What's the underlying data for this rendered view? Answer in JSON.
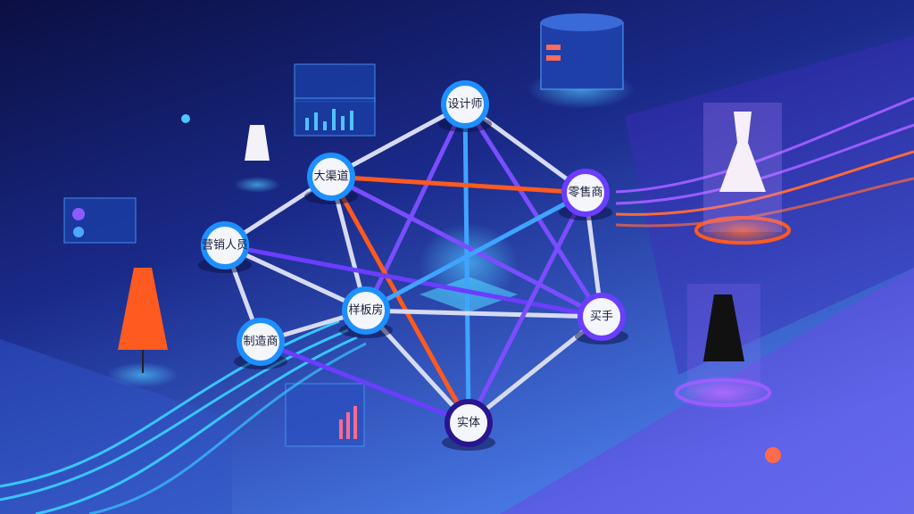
{
  "colors": {
    "bg_top": "#0d1147",
    "bg_bottom": "#3f63d8",
    "accent_blue": "#1e8fff",
    "accent_purple": "#7a4dff",
    "accent_orange": "#ff5a1f",
    "edge_white": "#d6dbf2"
  },
  "nodes": [
    {
      "id": "designer",
      "label": "设计师",
      "ring": "#1e8fff"
    },
    {
      "id": "channel",
      "label": "大渠道",
      "ring": "#1e8fff"
    },
    {
      "id": "retailer",
      "label": "零售商",
      "ring": "#6a3dff"
    },
    {
      "id": "marketing",
      "label": "营销人员",
      "ring": "#1e8fff"
    },
    {
      "id": "showroom",
      "label": "样板房",
      "ring": "#1e8fff"
    },
    {
      "id": "buyer",
      "label": "买手",
      "ring": "#6a3dff"
    },
    {
      "id": "manufacturer",
      "label": "制造商",
      "ring": "#1e8fff"
    },
    {
      "id": "entity",
      "label": "实体",
      "ring": "#2a1590"
    }
  ],
  "edges": [
    {
      "from": "designer",
      "to": "channel",
      "color": "#d6dbf2"
    },
    {
      "from": "designer",
      "to": "retailer",
      "color": "#d6dbf2"
    },
    {
      "from": "designer",
      "to": "entity",
      "color": "#3fa4ff"
    },
    {
      "from": "designer",
      "to": "showroom",
      "color": "#7a4dff"
    },
    {
      "from": "designer",
      "to": "buyer",
      "color": "#7a4dff"
    },
    {
      "from": "channel",
      "to": "retailer",
      "color": "#ff5a1f"
    },
    {
      "from": "channel",
      "to": "marketing",
      "color": "#d6dbf2"
    },
    {
      "from": "channel",
      "to": "showroom",
      "color": "#d6dbf2"
    },
    {
      "from": "channel",
      "to": "entity",
      "color": "#ff5a1f"
    },
    {
      "from": "channel",
      "to": "buyer",
      "color": "#7a4dff"
    },
    {
      "from": "marketing",
      "to": "showroom",
      "color": "#d6dbf2"
    },
    {
      "from": "marketing",
      "to": "manufacturer",
      "color": "#d6dbf2"
    },
    {
      "from": "marketing",
      "to": "buyer",
      "color": "#6a3dff"
    },
    {
      "from": "showroom",
      "to": "retailer",
      "color": "#3fa4ff"
    },
    {
      "from": "showroom",
      "to": "buyer",
      "color": "#d6dbf2"
    },
    {
      "from": "showroom",
      "to": "entity",
      "color": "#d6dbf2"
    },
    {
      "from": "showroom",
      "to": "manufacturer",
      "color": "#d6dbf2"
    },
    {
      "from": "retailer",
      "to": "buyer",
      "color": "#d6dbf2"
    },
    {
      "from": "retailer",
      "to": "entity",
      "color": "#7a4dff"
    },
    {
      "from": "buyer",
      "to": "entity",
      "color": "#d6dbf2"
    },
    {
      "from": "manufacturer",
      "to": "entity",
      "color": "#6a3dff"
    }
  ]
}
